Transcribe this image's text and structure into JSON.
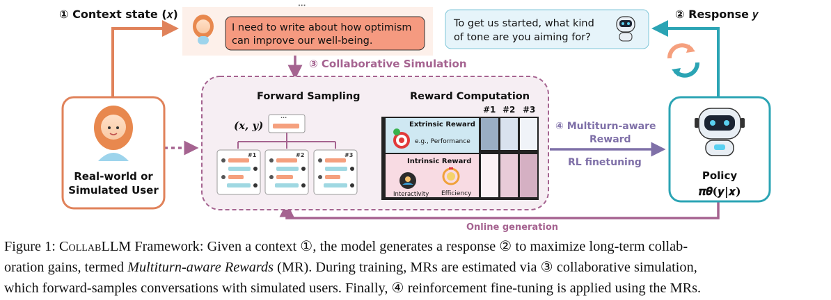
{
  "labels": {
    "context_state": "① Context state (𝑥)",
    "response": "② Response 𝑦",
    "collab_sim": "③ Collaborative Simulation",
    "forward_sampling": "Forward Sampling",
    "reward_computation": "Reward Computation",
    "xy": "(𝒙, 𝒚)",
    "dots": "···",
    "col1": "#1",
    "col2": "#2",
    "col3": "#3",
    "extrinsic_reward": "Extrinsic Reward",
    "extrinsic_example": "e.g., Performance",
    "intrinsic_reward": "Intrinsic Reward",
    "interactivity": "Interactivity",
    "efficiency": "Efficiency",
    "multiturn_line1": "④ Multiturn-aware",
    "multiturn_line2": "Reward",
    "rl_finetuning": "RL finetuning",
    "online_generation": "Online generation",
    "user_line1": "Real-world or",
    "user_line2": "Simulated User",
    "policy": "Policy",
    "policy_formula": "𝝅𝜽(𝒚|𝒙)"
  },
  "bubbles": {
    "user_line1": "I need to write about how optimism",
    "user_line2": "can improve our well-being.",
    "bot_line1": "To get us started, what kind",
    "bot_line2": "of tone are you aiming for?"
  },
  "caption": {
    "l1_a": "Figure 1: ",
    "l1_sc": "CollabLLM",
    "l1_b": " Framework: Given a context ①, the model generates a response ② to maximize long-term collab-",
    "l2_a": "oration gains, termed ",
    "l2_em": "Multiturn-aware Rewards",
    "l2_b": " (MR). During training, MRs are estimated via ③ collaborative simulation,",
    "l3": "which forward-samples conversations with simulated users. Finally, ④ reinforcement fine-tuning is applied using the MRs."
  },
  "colors": {
    "orange": "#e0825a",
    "teal": "#2ba4b4",
    "purple": "#a56390",
    "arrow_purple": "#7f70a8",
    "user_bubble": "#f59a80",
    "bot_bubble": "#e6f4fa"
  }
}
